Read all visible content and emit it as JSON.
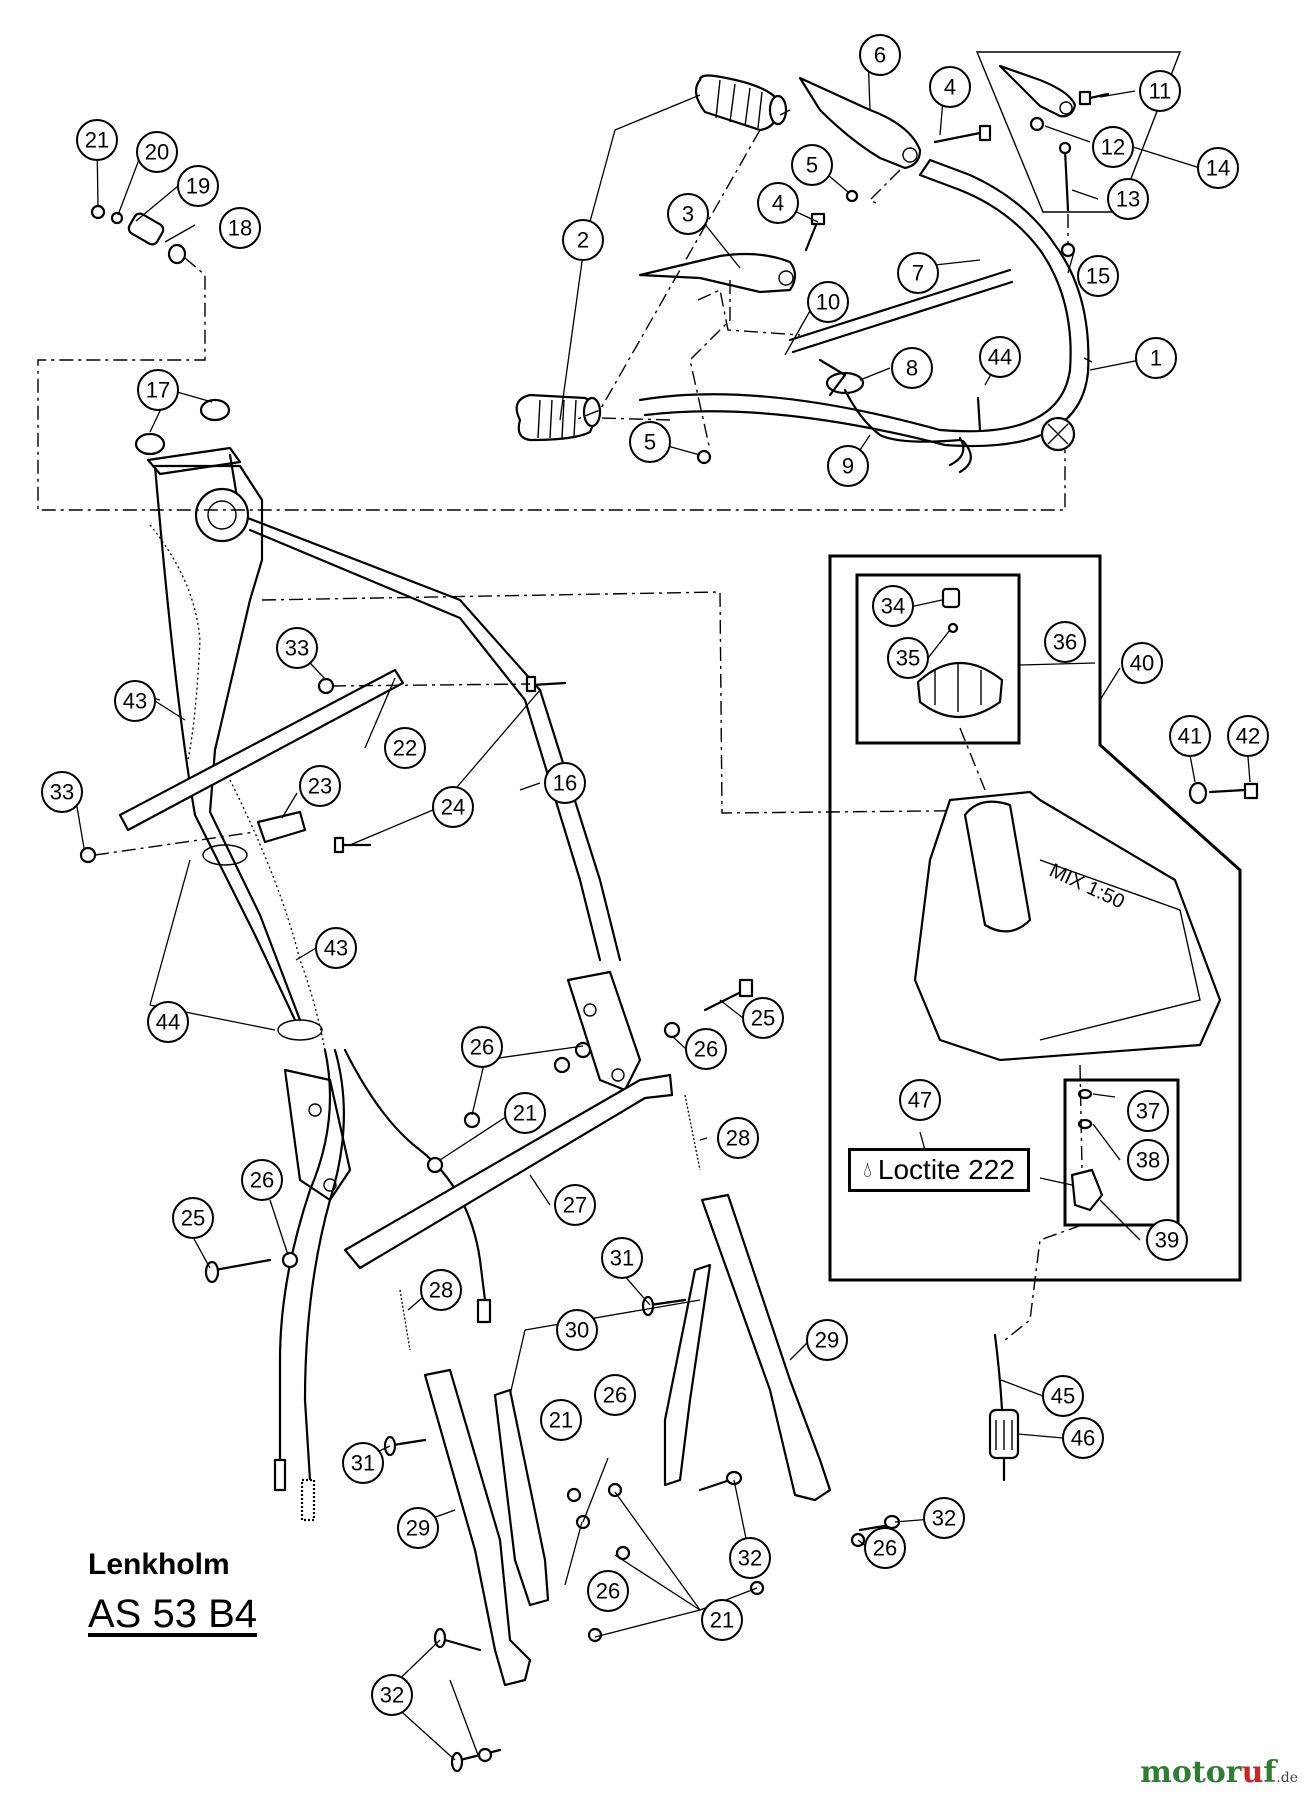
{
  "diagram": {
    "title": "Lenkholm",
    "model": "AS 53 B4",
    "tank_marking": "MIX 1:50",
    "adhesive_label": "Loctite 222",
    "watermark": {
      "brand_main": "motor",
      "brand_accent": "u",
      "brand_end": "f",
      "tld": ".de"
    }
  },
  "callouts": [
    {
      "id": "c1",
      "label": "1"
    },
    {
      "id": "c2",
      "label": "2"
    },
    {
      "id": "c3",
      "label": "3"
    },
    {
      "id": "c4a",
      "label": "4"
    },
    {
      "id": "c4b",
      "label": "4"
    },
    {
      "id": "c5a",
      "label": "5"
    },
    {
      "id": "c5b",
      "label": "5"
    },
    {
      "id": "c6",
      "label": "6"
    },
    {
      "id": "c7",
      "label": "7"
    },
    {
      "id": "c8",
      "label": "8"
    },
    {
      "id": "c9",
      "label": "9"
    },
    {
      "id": "c10",
      "label": "10"
    },
    {
      "id": "c11",
      "label": "11"
    },
    {
      "id": "c12",
      "label": "12"
    },
    {
      "id": "c13",
      "label": "13"
    },
    {
      "id": "c14",
      "label": "14"
    },
    {
      "id": "c15",
      "label": "15"
    },
    {
      "id": "c16",
      "label": "16"
    },
    {
      "id": "c17",
      "label": "17"
    },
    {
      "id": "c18",
      "label": "18"
    },
    {
      "id": "c19",
      "label": "19"
    },
    {
      "id": "c20",
      "label": "20"
    },
    {
      "id": "c21a",
      "label": "21"
    },
    {
      "id": "c21b",
      "label": "21"
    },
    {
      "id": "c21c",
      "label": "21"
    },
    {
      "id": "c21d",
      "label": "21"
    },
    {
      "id": "c22",
      "label": "22"
    },
    {
      "id": "c23",
      "label": "23"
    },
    {
      "id": "c24",
      "label": "24"
    },
    {
      "id": "c25a",
      "label": "25"
    },
    {
      "id": "c25b",
      "label": "25"
    },
    {
      "id": "c26a",
      "label": "26"
    },
    {
      "id": "c26b",
      "label": "26"
    },
    {
      "id": "c26c",
      "label": "26"
    },
    {
      "id": "c26d",
      "label": "26"
    },
    {
      "id": "c26e",
      "label": "26"
    },
    {
      "id": "c26f",
      "label": "26"
    },
    {
      "id": "c27",
      "label": "27"
    },
    {
      "id": "c28a",
      "label": "28"
    },
    {
      "id": "c28b",
      "label": "28"
    },
    {
      "id": "c29a",
      "label": "29"
    },
    {
      "id": "c29b",
      "label": "29"
    },
    {
      "id": "c30",
      "label": "30"
    },
    {
      "id": "c31a",
      "label": "31"
    },
    {
      "id": "c31b",
      "label": "31"
    },
    {
      "id": "c32a",
      "label": "32"
    },
    {
      "id": "c32b",
      "label": "32"
    },
    {
      "id": "c32c",
      "label": "32"
    },
    {
      "id": "c33a",
      "label": "33"
    },
    {
      "id": "c33b",
      "label": "33"
    },
    {
      "id": "c34",
      "label": "34"
    },
    {
      "id": "c35",
      "label": "35"
    },
    {
      "id": "c36",
      "label": "36"
    },
    {
      "id": "c37",
      "label": "37"
    },
    {
      "id": "c38",
      "label": "38"
    },
    {
      "id": "c39",
      "label": "39"
    },
    {
      "id": "c40",
      "label": "40"
    },
    {
      "id": "c41",
      "label": "41"
    },
    {
      "id": "c42",
      "label": "42"
    },
    {
      "id": "c43a",
      "label": "43"
    },
    {
      "id": "c43b",
      "label": "43"
    },
    {
      "id": "c44a",
      "label": "44"
    },
    {
      "id": "c44b",
      "label": "44"
    },
    {
      "id": "c45",
      "label": "45"
    },
    {
      "id": "c46",
      "label": "46"
    },
    {
      "id": "c47",
      "label": "47"
    }
  ]
}
